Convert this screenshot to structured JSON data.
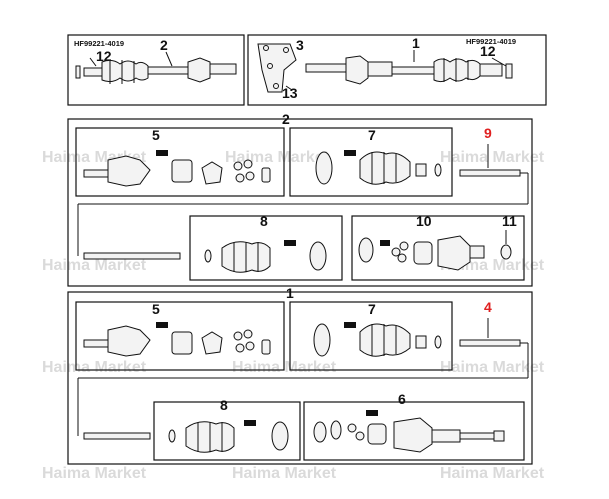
{
  "top": {
    "left_panel": {
      "part_code": "HF99221-4019",
      "item_nut": "12",
      "item_shaft": "2"
    },
    "right_panel": {
      "part_code": "HF99221-4019",
      "item_nut": "12",
      "item_shaft": "1",
      "item_bracket": "3",
      "item_bolt": "13"
    }
  },
  "assembly_2": {
    "title": "2",
    "outer_joint": "5",
    "boot_kit": "7",
    "shaft": "9",
    "inner_boot": "8",
    "inner_joint": "10",
    "seal": "11"
  },
  "assembly_1": {
    "title": "1",
    "outer_joint": "5",
    "boot_kit": "7",
    "shaft": "4",
    "inner_boot": "8",
    "inner_joint": "6"
  },
  "watermark": "Haima Market"
}
